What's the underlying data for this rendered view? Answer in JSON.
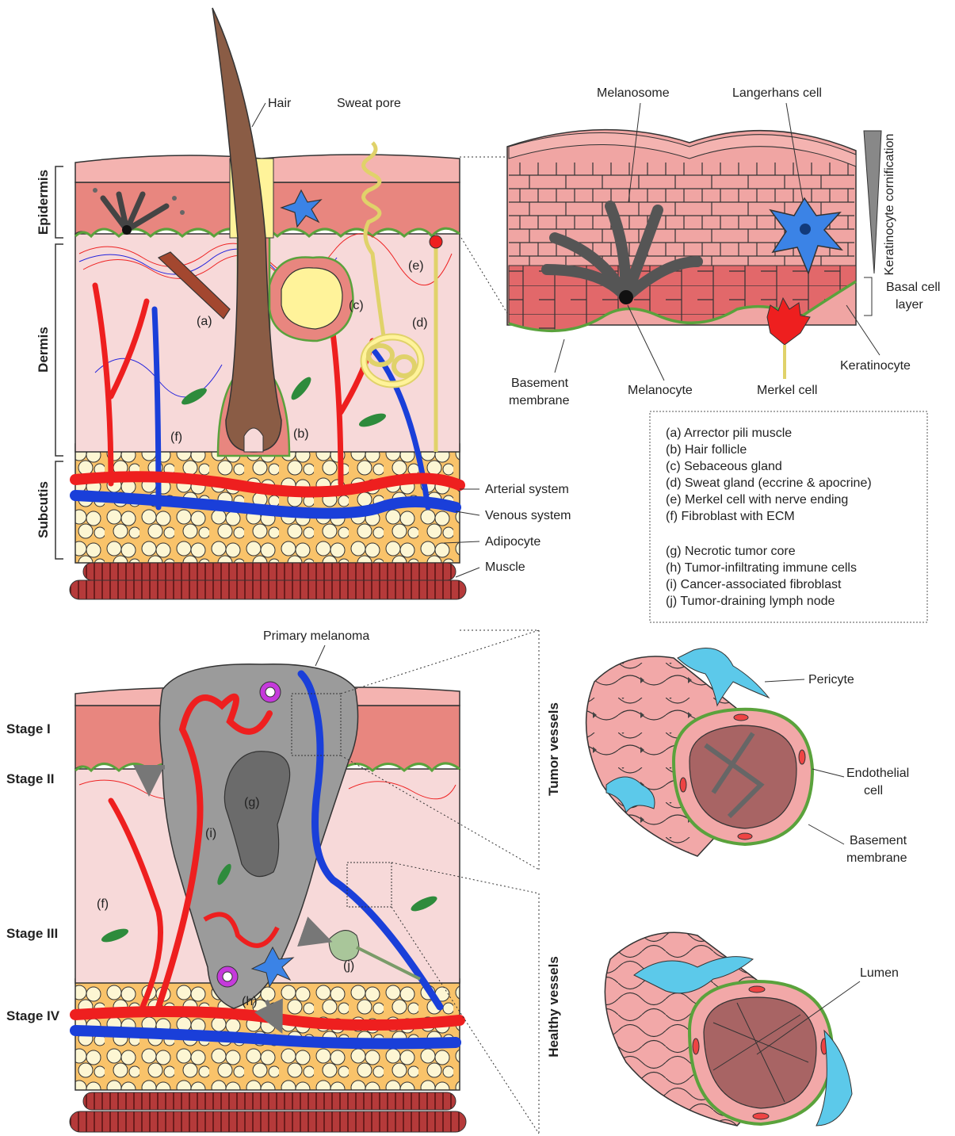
{
  "top_section": {
    "layers": [
      "Epidermis",
      "Dermis",
      "Subcutis"
    ],
    "labels": {
      "hair": "Hair",
      "sweat_pore": "Sweat pore",
      "arterial": "Arterial system",
      "venous": "Venous system",
      "adipocyte": "Adipocyte",
      "muscle": "Muscle"
    },
    "markers": [
      "(a)",
      "(b)",
      "(c)",
      "(d)",
      "(e)",
      "(f)"
    ]
  },
  "epidermis_inset": {
    "labels": {
      "melanosome": "Melanosome",
      "langerhans": "Langerhans cell",
      "cornification": "Keratinocyte cornification",
      "basal_line1": "Basal cell",
      "basal_line2": "layer",
      "keratinocyte": "Keratinocyte",
      "merkel": "Merkel cell",
      "melanocyte": "Melanocyte",
      "basement_line1": "Basement",
      "basement_line2": "membrane"
    }
  },
  "legend": {
    "items_1": [
      "(a) Arrector pili muscle",
      "(b) Hair follicle",
      "(c) Sebaceous gland",
      "(d) Sweat gland (eccrine & apocrine)",
      "(e) Merkel cell with nerve ending",
      "(f)  Fibroblast with ECM"
    ],
    "items_2": [
      "(g) Necrotic tumor core",
      "(h) Tumor-infiltrating immune cells",
      "(i)  Cancer-associated fibroblast",
      "(j)  Tumor-draining lymph node"
    ]
  },
  "bottom_section": {
    "title": "Primary melanoma",
    "stages": [
      "Stage I",
      "Stage II",
      "Stage III",
      "Stage IV"
    ],
    "markers": [
      "(f)",
      "(g)",
      "(h)",
      "(i)",
      "(j)"
    ]
  },
  "vessels": {
    "tumor_title": "Tumor vessels",
    "healthy_title": "Healthy vessels",
    "labels": {
      "pericyte": "Pericyte",
      "endothelial_line1": "Endothelial",
      "endothelial_line2": "cell",
      "basement_line1": "Basement",
      "basement_line2": "membrane",
      "lumen": "Lumen"
    }
  },
  "colors": {
    "stratum_corneum": "#f4b3b0",
    "epidermis": "#e8867f",
    "dermis": "#f7d9d9",
    "subcutis": "#f9c36a",
    "fat": "#fdf6d3",
    "artery": "#ee1f1f",
    "vein": "#1a3fd9",
    "hair": "#8a5c45",
    "tumor": "#9b9b9b",
    "necrotic": "#6b6b6b",
    "muscle": "#b53a3a",
    "basement": "#5aa23c",
    "pericyte": "#5cc9ea"
  }
}
